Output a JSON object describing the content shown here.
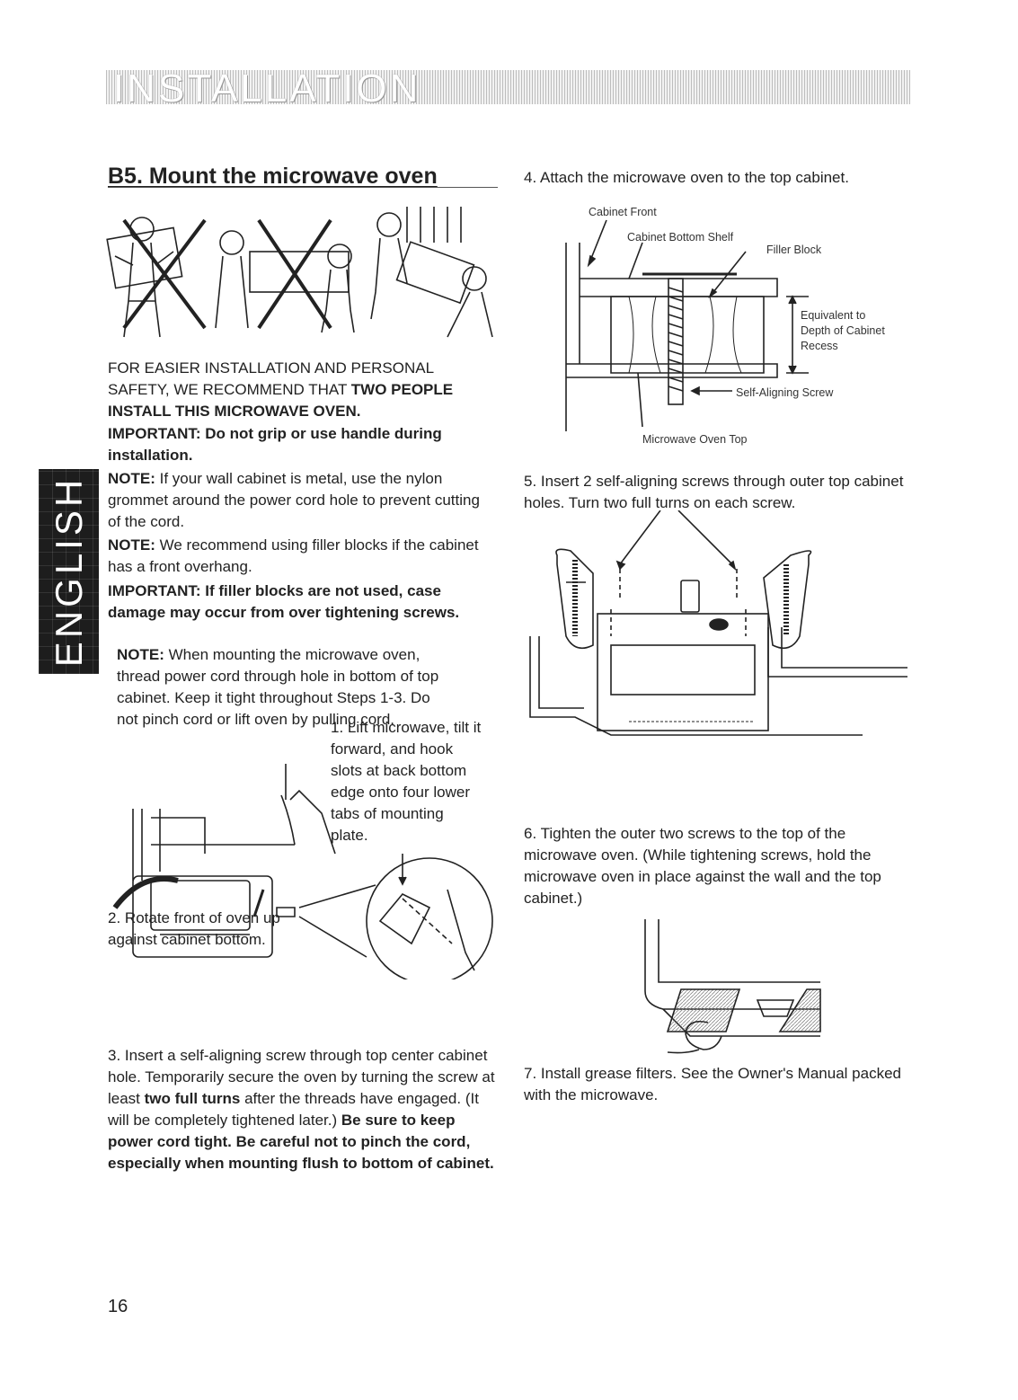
{
  "header": {
    "banner": "INSTALLATION"
  },
  "side_tab": {
    "label": "ENGLISH"
  },
  "section": {
    "title": "B5. Mount the microwave oven"
  },
  "left": {
    "intro_normal": "FOR EASIER INSTALLATION AND PERSONAL SAFETY, WE RECOMMEND THAT ",
    "intro_bold": "TWO PEOPLE INSTALL THIS MICROWAVE OVEN.",
    "important1": "IMPORTANT: Do not grip or use handle during installation.",
    "note1_label": "NOTE:",
    "note1_text": " If your wall cabinet is metal, use the nylon grommet around the power cord hole to prevent cutting of the cord.",
    "note2_label": "NOTE:",
    "note2_text": " We recommend using filler blocks if the cabinet has a front overhang.",
    "important2": "IMPORTANT: If filler blocks are not used, case damage may occur from over tightening screws.",
    "note3_label": "NOTE:",
    "note3_text": " When mounting the microwave oven, thread power cord through hole in bottom of top cabinet. Keep it tight throughout Steps 1-3. Do not pinch cord or lift oven by pulling cord.",
    "step1_num": "1.",
    "step1_text": "Lift microwave, tilt it forward, and hook slots at back bottom edge onto four lower tabs of mounting plate.",
    "step2_num": "2.",
    "step2_text": "Rotate front of oven up against cabinet bottom.",
    "step3_num": "3.",
    "step3_normal": "Insert a self-aligning screw through top center cabinet hole. Temporarily secure the oven by turning the screw at least ",
    "step3_bold1": "two full turns",
    "step3_normal2": " after the threads have engaged. (It will be completely tightened later.) ",
    "step3_bold2": "Be sure to keep power cord tight. Be careful not to pinch the cord, especially when mounting flush to bottom of cabinet."
  },
  "right": {
    "step4_num": "4.",
    "step4_text": "Attach the microwave oven to the top cabinet.",
    "fig4_labels": {
      "cabinet_front": "Cabinet Front",
      "bottom_shelf": "Cabinet Bottom Shelf",
      "filler_block": "Filler Block",
      "equivalent1": "Equivalent to",
      "equivalent2": "Depth of Cabinet",
      "equivalent3": "Recess",
      "screw": "Self-Aligning Screw",
      "oven_top": "Microwave Oven Top"
    },
    "step5_num": "5.",
    "step5_text": "Insert 2 self-aligning screws through outer top cabinet holes. Turn two full turns on each screw.",
    "step6_num": "6.",
    "step6_text": "Tighten the outer two screws to the top of the microwave oven. (While tightening screws, hold the microwave oven in place against the wall and the top cabinet.)",
    "step7_num": "7.",
    "step7_text": "Install grease filters. See the Owner's Manual packed with the microwave."
  },
  "footer": {
    "page_number": "16"
  }
}
